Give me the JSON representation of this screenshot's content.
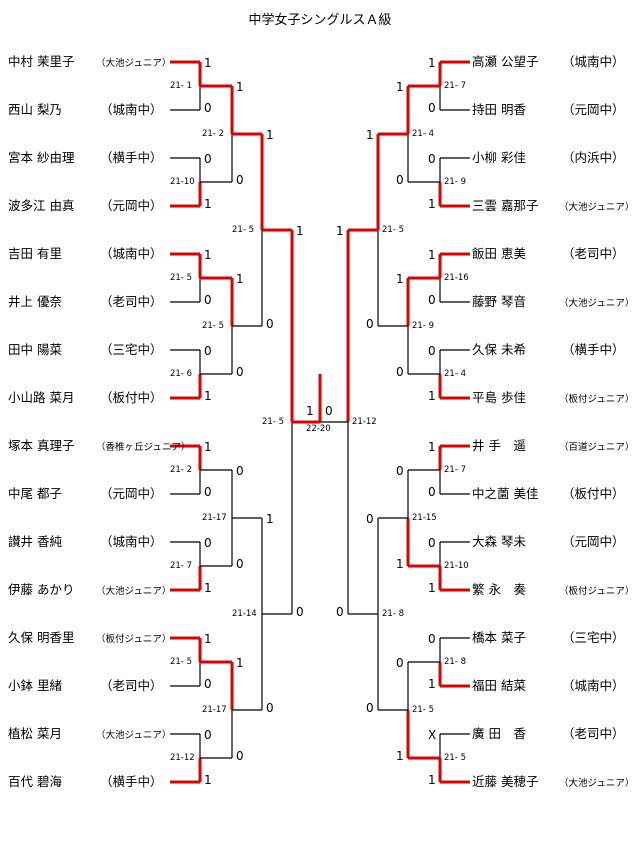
{
  "title": "中学女子シングルスＡ級",
  "left_players": [
    {
      "name": "中村 茉里子",
      "school": "（大池ジュニア）",
      "small": true
    },
    {
      "name": "西山 梨乃",
      "school": "（城南中）",
      "small": false
    },
    {
      "name": "宮本 紗由理",
      "school": "（横手中）",
      "small": false
    },
    {
      "name": "波多江 由真",
      "school": "（元岡中）",
      "small": false
    },
    {
      "name": "吉田 有里",
      "school": "（城南中）",
      "small": false
    },
    {
      "name": "井上 優奈",
      "school": "（老司中）",
      "small": false
    },
    {
      "name": "田中 陽菜",
      "school": "（三宅中）",
      "small": false
    },
    {
      "name": "小山路 菜月",
      "school": "（板付中）",
      "small": false
    },
    {
      "name": "塚本 真理子",
      "school": "（香椎ヶ丘ジュニア）",
      "small": true
    },
    {
      "name": "中尾 都子",
      "school": "（元岡中）",
      "small": false
    },
    {
      "name": "讃井 香純",
      "school": "（城南中）",
      "small": false
    },
    {
      "name": "伊藤 あかり",
      "school": "（大池ジュニア）",
      "small": true
    },
    {
      "name": "久保 明香里",
      "school": "（板付ジュニア）",
      "small": true
    },
    {
      "name": "小鉢 里緒",
      "school": "（老司中）",
      "small": false
    },
    {
      "name": "植松 菜月",
      "school": "（大池ジュニア）",
      "small": true
    },
    {
      "name": "百代 碧海",
      "school": "（横手中）",
      "small": false
    }
  ],
  "right_players": [
    {
      "name": "高瀬 公望子",
      "school": "（城南中）",
      "small": false
    },
    {
      "name": "持田 明香",
      "school": "（元岡中）",
      "small": false
    },
    {
      "name": "小柳 彩佳",
      "school": "（内浜中）",
      "small": false
    },
    {
      "name": "三雲 嘉那子",
      "school": "（大池ジュニア）",
      "small": true
    },
    {
      "name": "飯田 恵美",
      "school": "（老司中）",
      "small": false
    },
    {
      "name": "藤野 琴音",
      "school": "（大池ジュニア）",
      "small": true
    },
    {
      "name": "久保 未希",
      "school": "（横手中）",
      "small": false
    },
    {
      "name": "平島 歩佳",
      "school": "（板付ジュニア）",
      "small": true
    },
    {
      "name": "井 手　遥",
      "school": "（百道ジュニア）",
      "small": true
    },
    {
      "name": "中之薗 美佳",
      "school": "（板付中）",
      "small": false
    },
    {
      "name": "大森 琴未",
      "school": "（元岡中）",
      "small": false
    },
    {
      "name": "繁 永　奏",
      "school": "（板付ジュニア）",
      "small": true
    },
    {
      "name": "橋本 菜子",
      "school": "（三宅中）",
      "small": false
    },
    {
      "name": "福田 結菜",
      "school": "（城南中）",
      "small": false
    },
    {
      "name": "廣 田　香",
      "school": "（老司中）",
      "small": false
    },
    {
      "name": "近藤 美穂子",
      "school": "（大池ジュニア）",
      "small": true
    }
  ],
  "left_bracket": {
    "r1": [
      {
        "label": "21- 1",
        "scores": [
          "1",
          "0"
        ],
        "winner": 0
      },
      {
        "label": "21-10",
        "scores": [
          "0",
          "1"
        ],
        "winner": 1
      },
      {
        "label": "21- 5",
        "scores": [
          "1",
          "0"
        ],
        "winner": 0
      },
      {
        "label": "21- 6",
        "scores": [
          "0",
          "1"
        ],
        "winner": 1
      },
      {
        "label": "21- 2",
        "scores": [
          "1",
          "0"
        ],
        "winner": 0
      },
      {
        "label": "21- 7",
        "scores": [
          "0",
          "1"
        ],
        "winner": 1
      },
      {
        "label": "21- 5",
        "scores": [
          "1",
          "0"
        ],
        "winner": 0
      },
      {
        "label": "21-12",
        "scores": [
          "0",
          "1"
        ],
        "winner": 1
      }
    ],
    "r2": [
      {
        "label": "21- 2",
        "scores": [
          "1",
          "0"
        ],
        "winner": 0
      },
      {
        "label": "21- 5",
        "scores": [
          "1",
          "0"
        ],
        "winner": 0
      },
      {
        "label": "21-17",
        "scores": [
          "0",
          "0"
        ],
        "winner": -1
      },
      {
        "label": "21-17",
        "scores": [
          "1",
          "0"
        ],
        "winner": 0
      }
    ],
    "r3": [
      {
        "label": "21- 5",
        "scores": [
          "1",
          "0"
        ],
        "winner": 0
      },
      {
        "label": "21-14",
        "scores": [
          "1",
          "0"
        ],
        "winner": 0
      }
    ],
    "r4": {
      "label": "21- 5",
      "scores": [
        "1",
        "0"
      ],
      "winner": 0
    }
  },
  "right_bracket": {
    "r1": [
      {
        "label": "21- 7",
        "scores": [
          "1",
          "0"
        ],
        "winner": 0
      },
      {
        "label": "21- 9",
        "scores": [
          "0",
          "1"
        ],
        "winner": 1
      },
      {
        "label": "21-16",
        "scores": [
          "1",
          "0"
        ],
        "winner": 0
      },
      {
        "label": "21- 4",
        "scores": [
          "0",
          "1"
        ],
        "winner": 1
      },
      {
        "label": "21- 7",
        "scores": [
          "1",
          "0"
        ],
        "winner": 0
      },
      {
        "label": "21-10",
        "scores": [
          "0",
          "1"
        ],
        "winner": 1
      },
      {
        "label": "21- 8",
        "scores": [
          "0",
          "1"
        ],
        "winner": 1
      },
      {
        "label": "21- 5",
        "scores": [
          "X",
          "1"
        ],
        "winner": 1
      }
    ],
    "r2": [
      {
        "label": "21- 4",
        "scores": [
          "1",
          "0"
        ],
        "winner": 0
      },
      {
        "label": "21- 9",
        "scores": [
          "1",
          "0"
        ],
        "winner": 0
      },
      {
        "label": "21-15",
        "scores": [
          "0",
          "1"
        ],
        "winner": 1
      },
      {
        "label": "21- 5",
        "scores": [
          "0",
          "1"
        ],
        "winner": 1
      }
    ],
    "r3": [
      {
        "label": "21- 5",
        "scores": [
          "1",
          "0"
        ],
        "winner": 0
      },
      {
        "label": "21- 8",
        "scores": [
          "0",
          "0"
        ],
        "winner": -1
      }
    ],
    "r4": {
      "label": "21-12",
      "scores": [
        "1",
        "0"
      ],
      "winner": 0
    }
  },
  "final": {
    "left_score": "1",
    "right_score": "0",
    "label": "22-20"
  },
  "colors": {
    "win": "#e00000",
    "line": "#000000"
  }
}
